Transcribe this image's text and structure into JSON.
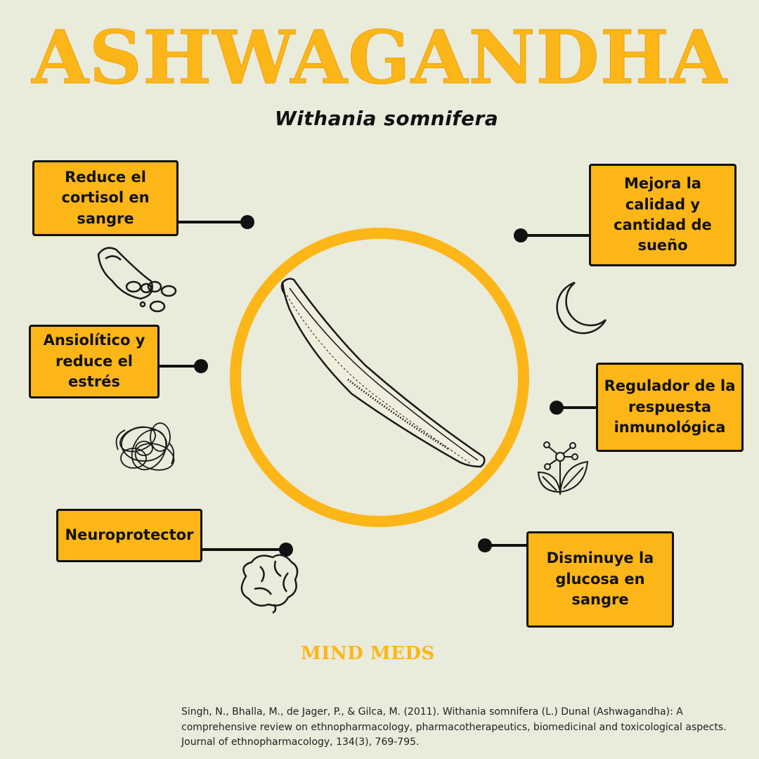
{
  "title": "ASHWAGANDHA",
  "subtitle": "Withania somnifera",
  "benefits": {
    "cortisol": "Reduce el cortisol en sangre",
    "sleep": "Mejora la calidad y cantidad de sueño",
    "anxiolytic": "Ansiolítico y reduce el estrés",
    "immune": "Regulador de la respuesta inmunológica",
    "neuro": "Neuroprotector",
    "glucose": "Disminuye la glucosa en sangre"
  },
  "brand": "MIND MEDS",
  "citation": "Singh, N., Bhalla, M., de Jager, P., & Gilca, M. (2011). Withania somnifera (L.) Dunal (Ashwagandha): A\ncomprehensive review on ethnopharmacology, pharmacotherapeutics, biomedicinal and toxicological aspects.\nJournal of ethnopharmacology, 134(3), 769-795.",
  "colors": {
    "background": "#e9ebdb",
    "accent": "#fdb617",
    "ink": "#111111"
  },
  "icons": [
    "root-illustration",
    "blood-cells-icon",
    "moon-icon",
    "tangled-scribble-icon",
    "molecule-leaf-icon",
    "brain-icon"
  ]
}
